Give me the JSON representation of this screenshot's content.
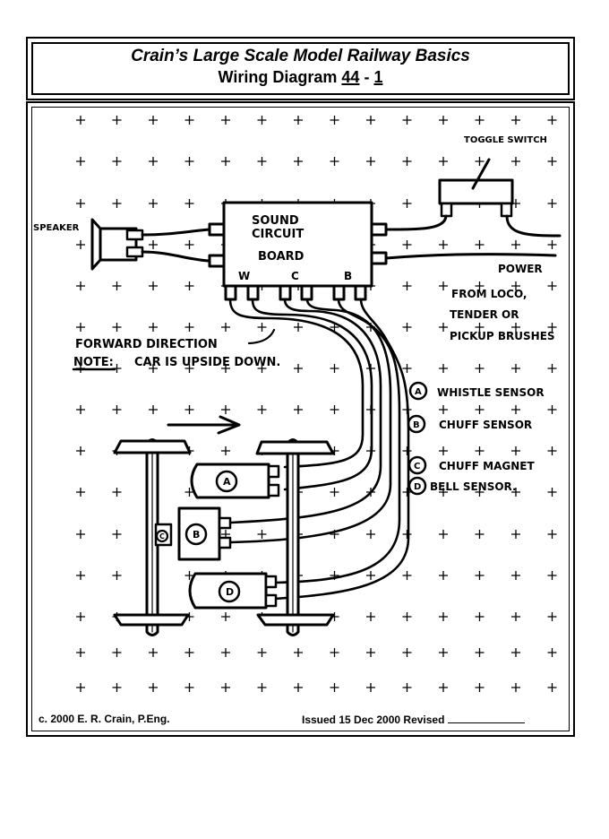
{
  "header": {
    "title": "Crain’s Large Scale Model Railway Basics",
    "subtitle_prefix": "Wiring Diagram ",
    "diagram_number": "44",
    "diagram_sep": " - ",
    "diagram_sheet": "1"
  },
  "diagram": {
    "labels": {
      "speaker": "SPEAKER",
      "board_line1": "SOUND",
      "board_line2": "CIRCUIT",
      "board_line3": "BOARD",
      "pin_w": "W",
      "pin_c": "C",
      "pin_b": "B",
      "toggle_switch": "TOGGLE SWITCH",
      "power": "POWER",
      "power_src1": "FROM LOCO,",
      "power_src2": "TENDER OR",
      "power_src3": "PICKUP BRUSHES",
      "forward": "FORWARD DIRECTION",
      "note_label": "NOTE:",
      "note_text": "CAR IS UPSIDE DOWN."
    },
    "legend": [
      {
        "key": "A",
        "text": "WHISTLE SENSOR"
      },
      {
        "key": "B",
        "text": "CHUFF SENSOR"
      },
      {
        "key": "C",
        "text": "CHUFF MAGNET"
      },
      {
        "key": "D",
        "text": "BELL SENSOR."
      }
    ],
    "components": {
      "sensor_a": "A",
      "sensor_b": "B",
      "magnet_c": "C",
      "sensor_d": "D"
    }
  },
  "footer": {
    "copyright": "c. 2000 E. R. Crain, P.Eng.",
    "issued": "Issued 15 Dec 2000 Revised "
  }
}
